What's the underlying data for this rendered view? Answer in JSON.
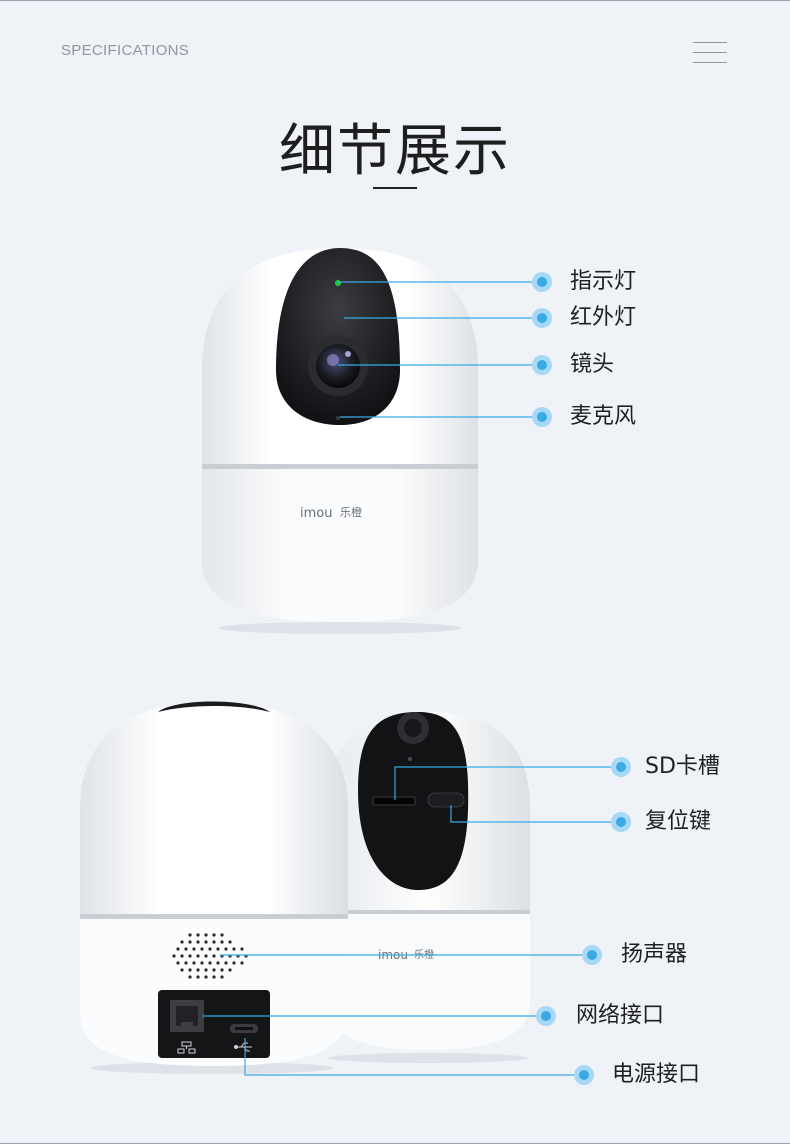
{
  "header": {
    "spec_label": "SPECIFICATIONS"
  },
  "title": "细节展示",
  "logo": {
    "brand": "imou",
    "brand_cn": "乐橙"
  },
  "callouts_front": [
    {
      "id": "indicator-light",
      "label": "指示灯"
    },
    {
      "id": "infrared-light",
      "label": "红外灯"
    },
    {
      "id": "lens",
      "label": "镜头"
    },
    {
      "id": "microphone",
      "label": "麦克风"
    }
  ],
  "callouts_back": [
    {
      "id": "sd-slot",
      "label": "SD卡槽"
    },
    {
      "id": "reset-button",
      "label": "复位键"
    },
    {
      "id": "speaker",
      "label": "扬声器"
    },
    {
      "id": "network-port",
      "label": "网络接口"
    },
    {
      "id": "power-port",
      "label": "电源接口"
    }
  ],
  "colors": {
    "background": "#eff3f7",
    "callout_line": "#3aa9e6",
    "callout_dot": "#7cc6f0",
    "camera_body": "#ffffff",
    "camera_visor": "#141517",
    "indicator_led": "#19d23a"
  },
  "icons": [
    "menu-icon",
    "ethernet-icon",
    "usb-icon"
  ]
}
